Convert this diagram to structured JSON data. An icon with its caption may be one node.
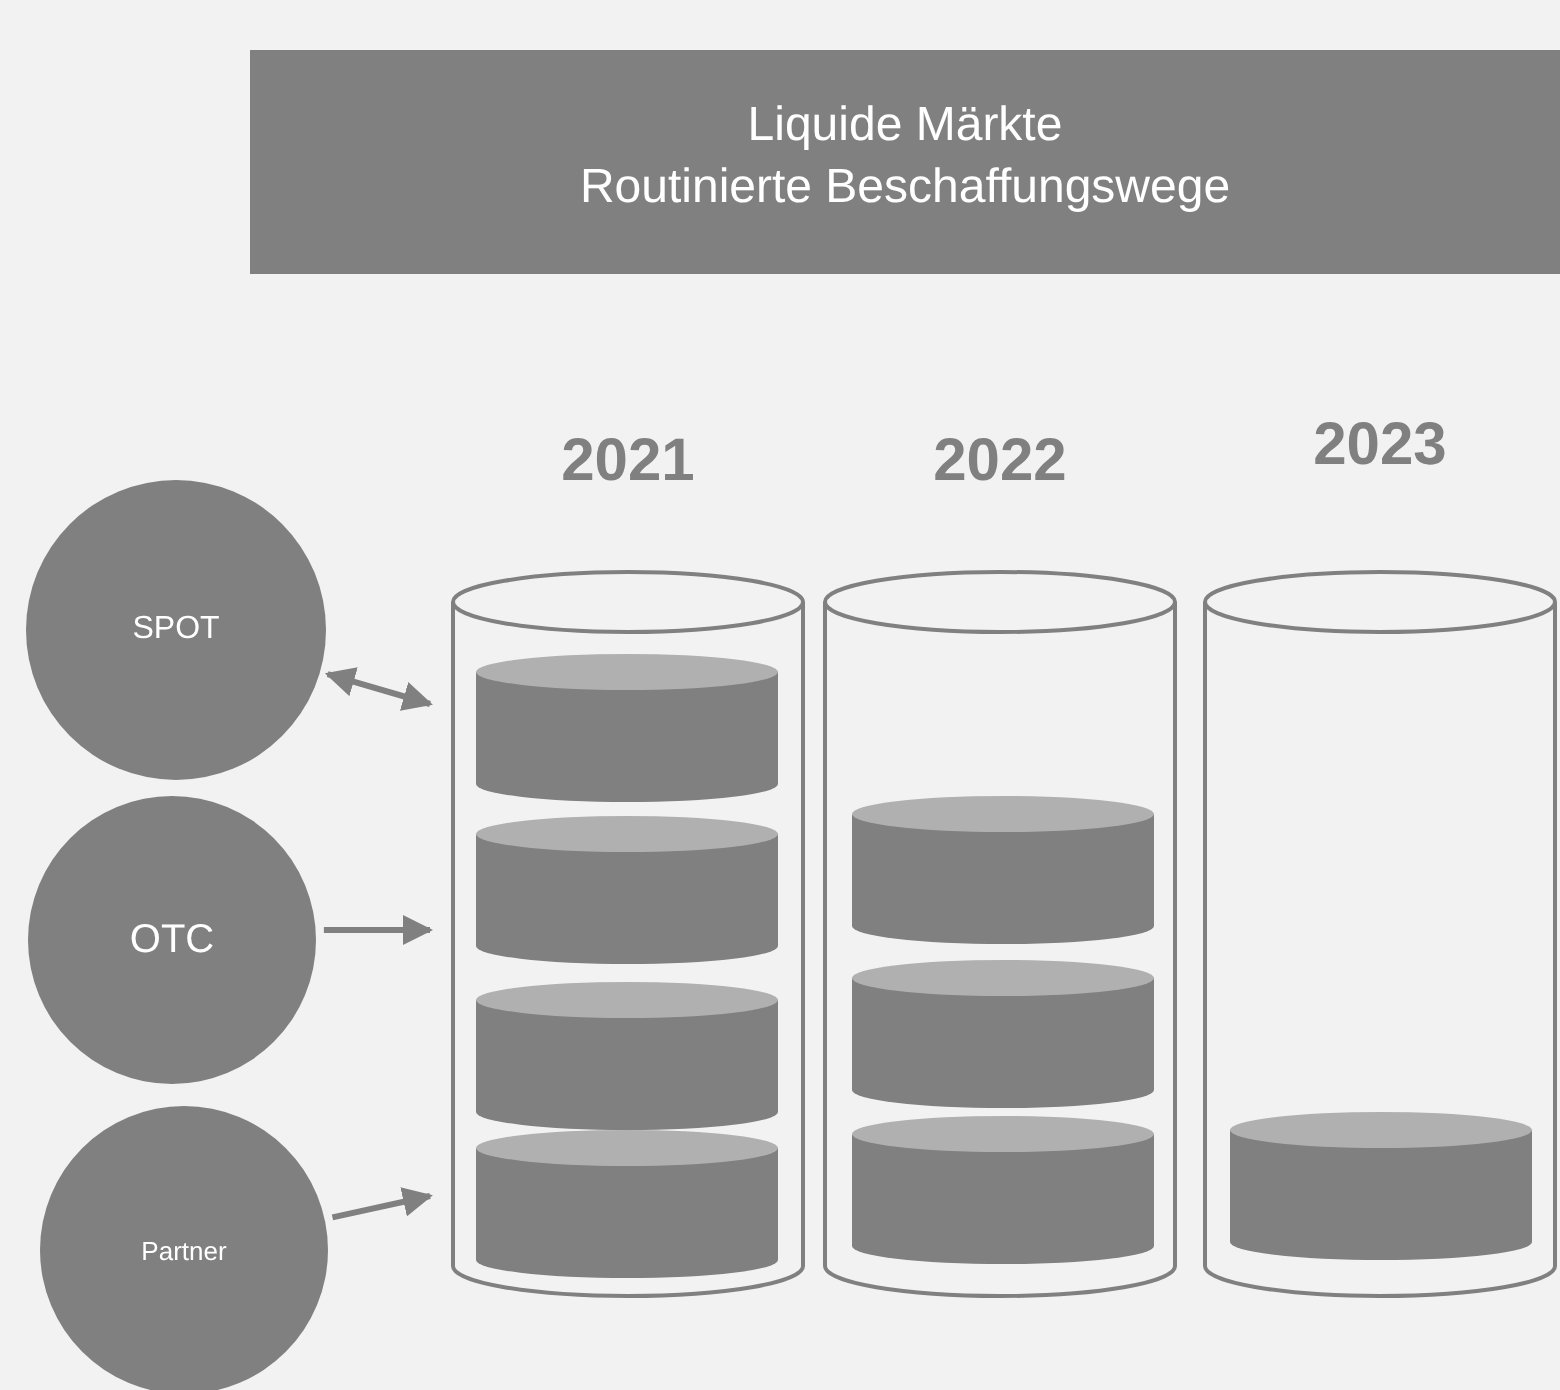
{
  "diagram": {
    "nodes": [
      {
        "text": [
          "Liquide Märkte",
          "Routinierte Beschaffungswege"
        ]
      },
      {
        "text": [
          "SPOT"
        ]
      },
      {
        "text": [
          "OTC"
        ]
      },
      {
        "text": [
          "Partner"
        ]
      },
      {
        "text": [
          "2021"
        ]
      },
      {
        "text": [
          "2022"
        ]
      },
      {
        "text": [
          "2023"
        ]
      },
      {
        "text": [],
        "shape": "cylinder",
        "in": 4
      },
      {
        "text": [],
        "shape": "cylinder",
        "in": 4
      },
      {
        "text": [],
        "shape": "cylinder",
        "in": 4
      },
      {
        "text": [],
        "shape": "cylinder",
        "in": 4
      },
      {
        "text": [],
        "shape": "cylinder",
        "in": 5
      },
      {
        "text": [],
        "shape": "cylinder",
        "in": 5
      },
      {
        "text": [],
        "shape": "cylinder",
        "in": 5
      },
      {
        "text": [],
        "shape": "cylinder",
        "in": 6
      }
    ],
    "edges": [
      {
        "from": 1,
        "to": 4,
        "arrow": "both"
      },
      {
        "from": 2,
        "to": 4,
        "arrow": "to"
      },
      {
        "from": 3,
        "to": 4,
        "arrow": "to"
      }
    ]
  }
}
